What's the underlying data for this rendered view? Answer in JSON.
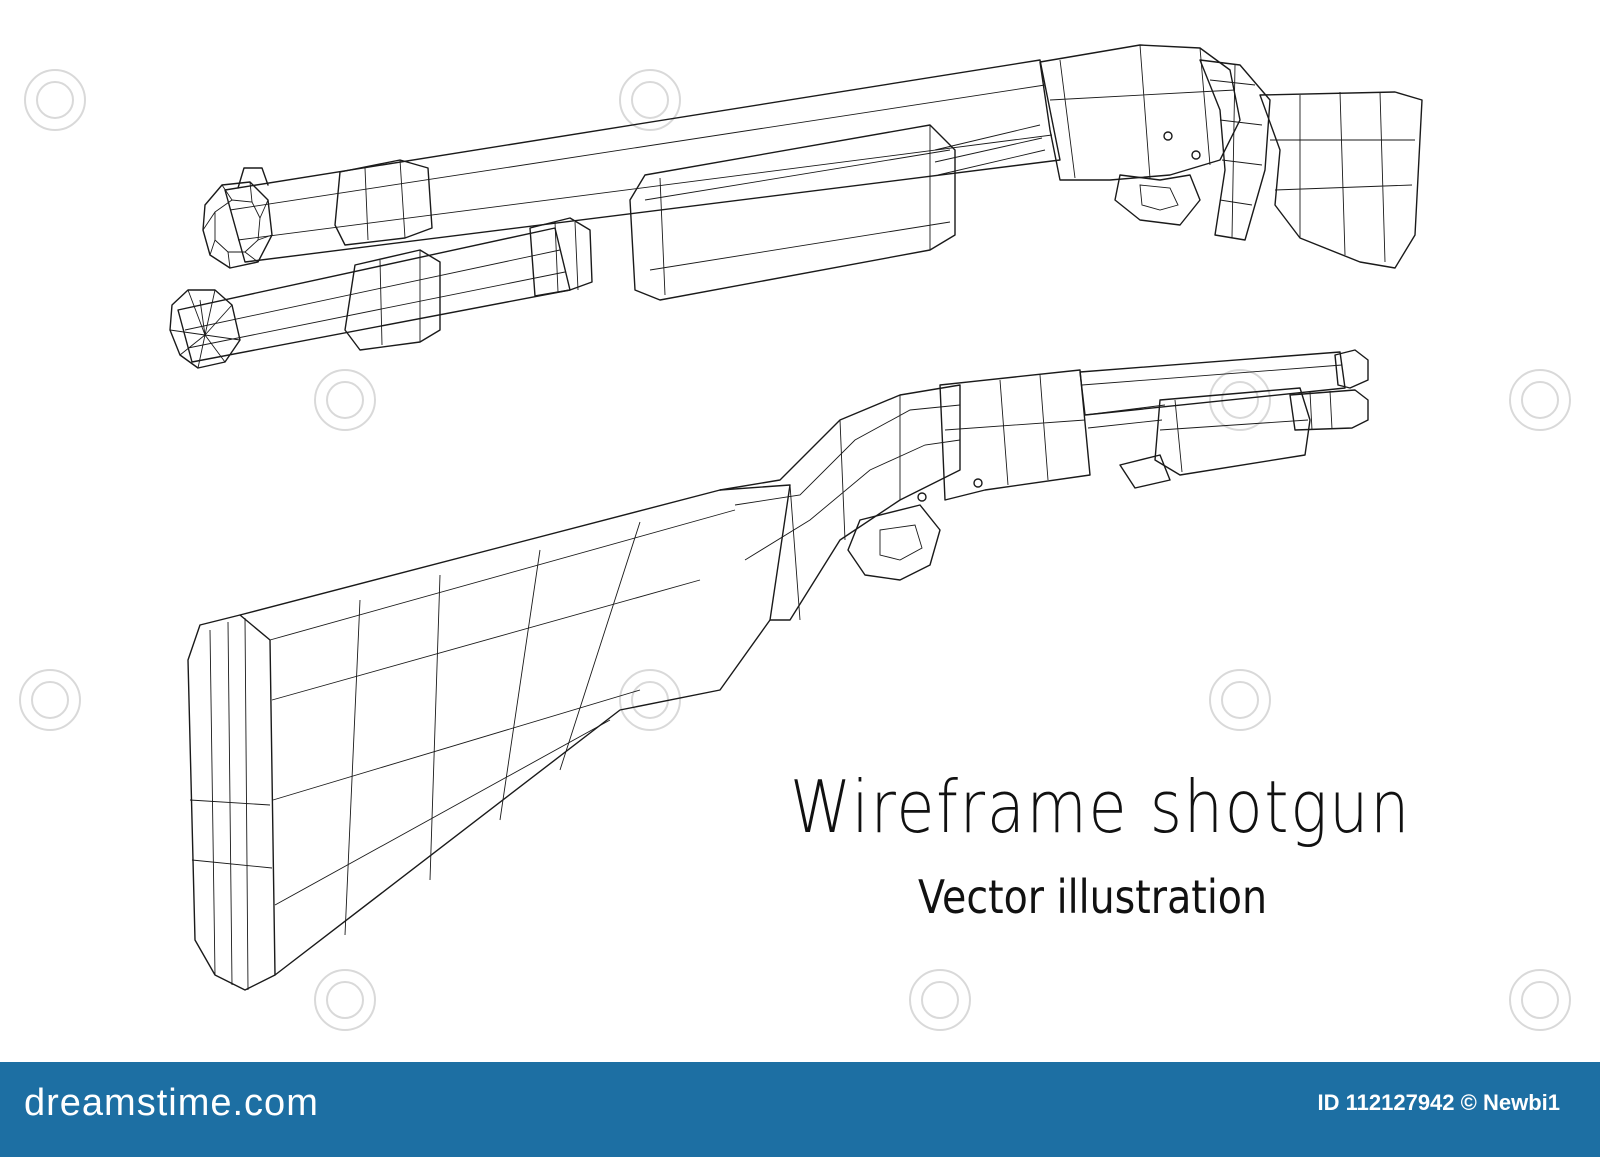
{
  "title": "Wireframe shotgun",
  "subtitle": "Vector illustration",
  "footer": {
    "site": "dreamstime.com",
    "credit": "ID 112127942 © Newbi1",
    "background_color": "#1d6fa3"
  },
  "colors": {
    "line": "#1a1a1a",
    "background": "#ffffff",
    "watermark": "#d9d9d9"
  }
}
